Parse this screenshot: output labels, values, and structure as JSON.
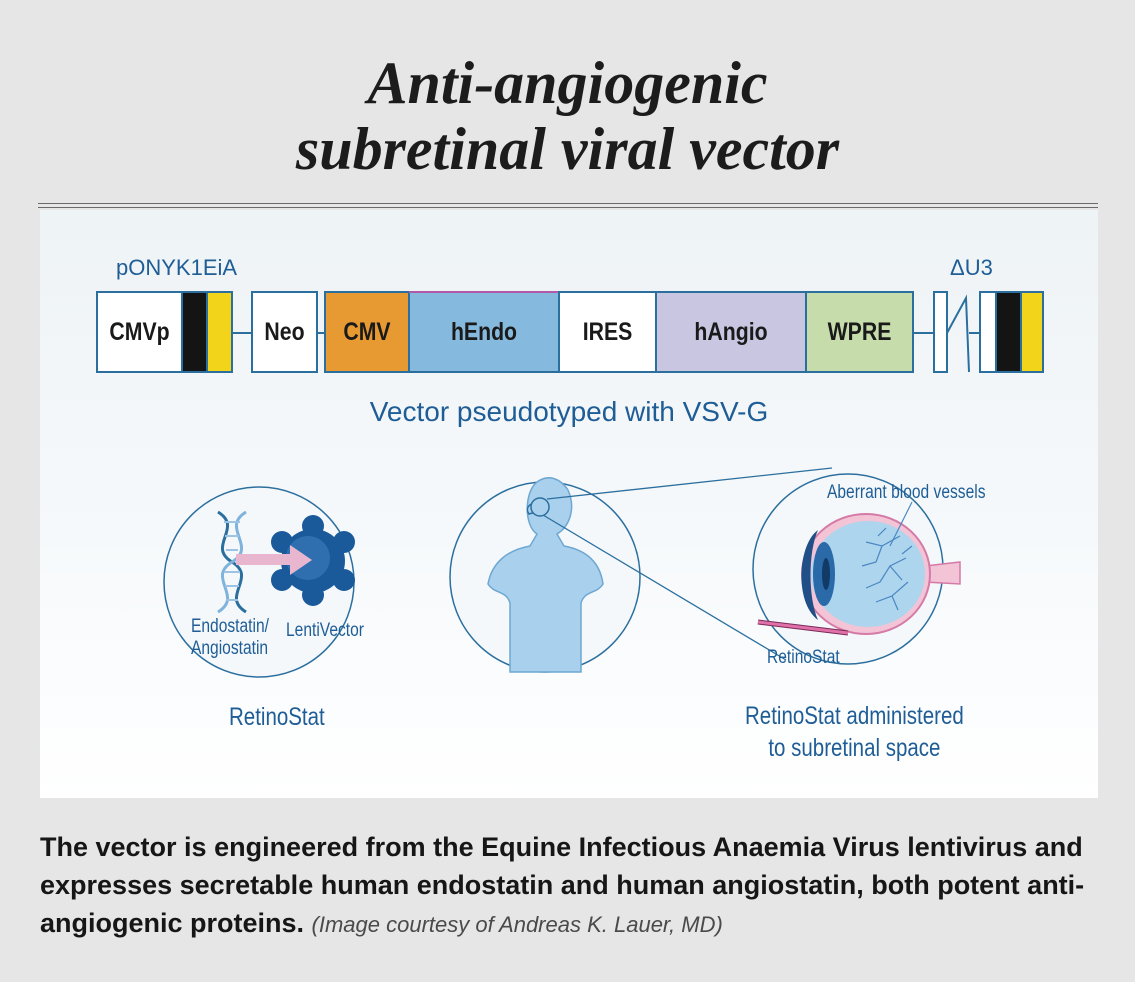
{
  "title": {
    "line1": "Anti-angiogenic",
    "line2": "subretinal viral vector"
  },
  "vector": {
    "plasmid_label": "pONYK1EiA",
    "delta_label": "ΔU3",
    "segments": [
      {
        "label": "CMVp",
        "color": "#ffffff"
      },
      {
        "label": "Neo",
        "color": "#ffffff"
      },
      {
        "label": "CMV",
        "color": "#e89a32"
      },
      {
        "label": "hEndo",
        "color": "#86b9de"
      },
      {
        "label": "IRES",
        "color": "#ffffff"
      },
      {
        "label": "hAngio",
        "color": "#c8c6e0"
      },
      {
        "label": "WPRE",
        "color": "#c6dcab"
      }
    ],
    "caption": "Vector pseudotyped with VSV-G"
  },
  "panels": {
    "left": {
      "endostatin_label_1": "Endostatin/",
      "endostatin_label_2": "Angiostatin",
      "lentivector_label": "LentiVector",
      "caption": "RetinoStat"
    },
    "right": {
      "vessels_label": "Aberrant blood vessels",
      "retinostat_label": "RetinoStat",
      "caption_line1": "RetinoStat administered",
      "caption_line2": "to subretinal space"
    }
  },
  "caption": {
    "text": "The vector is engineered from the Equine Infectious Anaemia Virus lentivirus and expresses secretable human endostatin and human angiostatin, both potent anti-angiogenic proteins.",
    "courtesy": "(Image courtesy of Andreas K. Lauer, MD)"
  },
  "colors": {
    "label_blue": "#1f5d96",
    "outline_blue": "#2b6f9e",
    "marker_black": "#141414",
    "marker_yellow": "#f2d41a",
    "body_blue": "#a9d0ec",
    "eye_dark": "#1f4f86",
    "pink": "#e8b7cf"
  },
  "icons": [
    "dna-helix-icon",
    "lentivector-particle-icon",
    "human-silhouette-icon",
    "eye-cross-section-icon"
  ]
}
